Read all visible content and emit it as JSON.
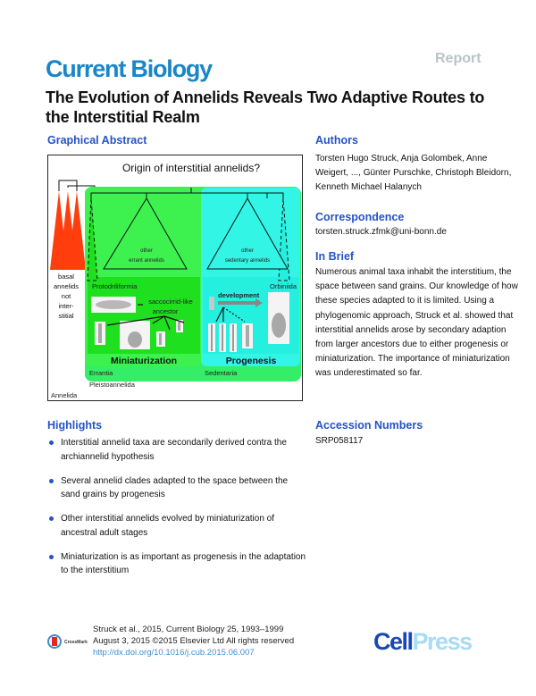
{
  "header": {
    "article_type": "Report",
    "journal": "Current Biology",
    "title": "The Evolution of Annelids Reveals Two Adaptive Routes to the Interstitial Realm"
  },
  "graphical_abstract": {
    "heading": "Graphical Abstract",
    "figure": {
      "title": "Origin of interstitial annelids?",
      "labels": {
        "basal": [
          "basal",
          "annelids",
          "not",
          "inter-",
          "stitial"
        ],
        "other_errant": [
          "other",
          "errant annelids"
        ],
        "other_sedentary": [
          "other",
          "sedentary annelids"
        ],
        "protodriliformia": "Protodriliformia",
        "orbiniida": "Orbiniida",
        "ancestor": [
          "saccocirrid-like",
          "ancestor"
        ],
        "development": "development",
        "miniaturization": "Miniaturization",
        "progenesis": "Progenesis",
        "errantia": "Errantia",
        "sedentaria": "Sedentaria",
        "pleistoannelida": "Pleistoannelida",
        "annelida": "Annelida"
      },
      "colors": {
        "errantia_green": "#3df24f",
        "miniaturization_green": "#1ee01e",
        "sedentaria_cyan": "#33f5e6",
        "pleistoannelida_green": "#33ee66",
        "basal_red": "#ff3d0d"
      }
    }
  },
  "authors": {
    "heading": "Authors",
    "names": "Torsten Hugo Struck, Anja Golombek, Anne Weigert, ..., Günter Purschke, Christoph Bleidorn, Kenneth Michael Halanych"
  },
  "correspondence": {
    "heading": "Correspondence",
    "email": "torsten.struck.zfmk@uni-bonn.de"
  },
  "in_brief": {
    "heading": "In Brief",
    "text": "Numerous animal taxa inhabit the interstitium, the space between sand grains. Our knowledge of how these species adapted to it is limited. Using a phylogenomic approach, Struck et al. showed that interstitial annelids arose by secondary adaption from larger ancestors due to either progenesis or miniaturization. The importance of miniaturization was underestimated so far."
  },
  "highlights": {
    "heading": "Highlights",
    "items": [
      "Interstitial annelid taxa are secondarily derived contra the archiannelid hypothesis",
      "Several annelid clades adapted to the space between the sand grains by progenesis",
      "Other interstitial annelids evolved by miniaturization of ancestral adult stages",
      "Miniaturization is as important as progenesis in the adaptation to the interstitium"
    ]
  },
  "accession": {
    "heading": "Accession Numbers",
    "value": "SRP058117"
  },
  "footer": {
    "crossmark_label": "CrossMark",
    "citation": "Struck et al., 2015, Current Biology 25, 1993–1999",
    "date_copyright": "August 3, 2015 ©2015 Elsevier Ltd All rights reserved",
    "doi": "http://dx.doi.org/10.1016/j.cub.2015.06.007",
    "publisher_cell": "Cell",
    "publisher_press": "Press"
  }
}
